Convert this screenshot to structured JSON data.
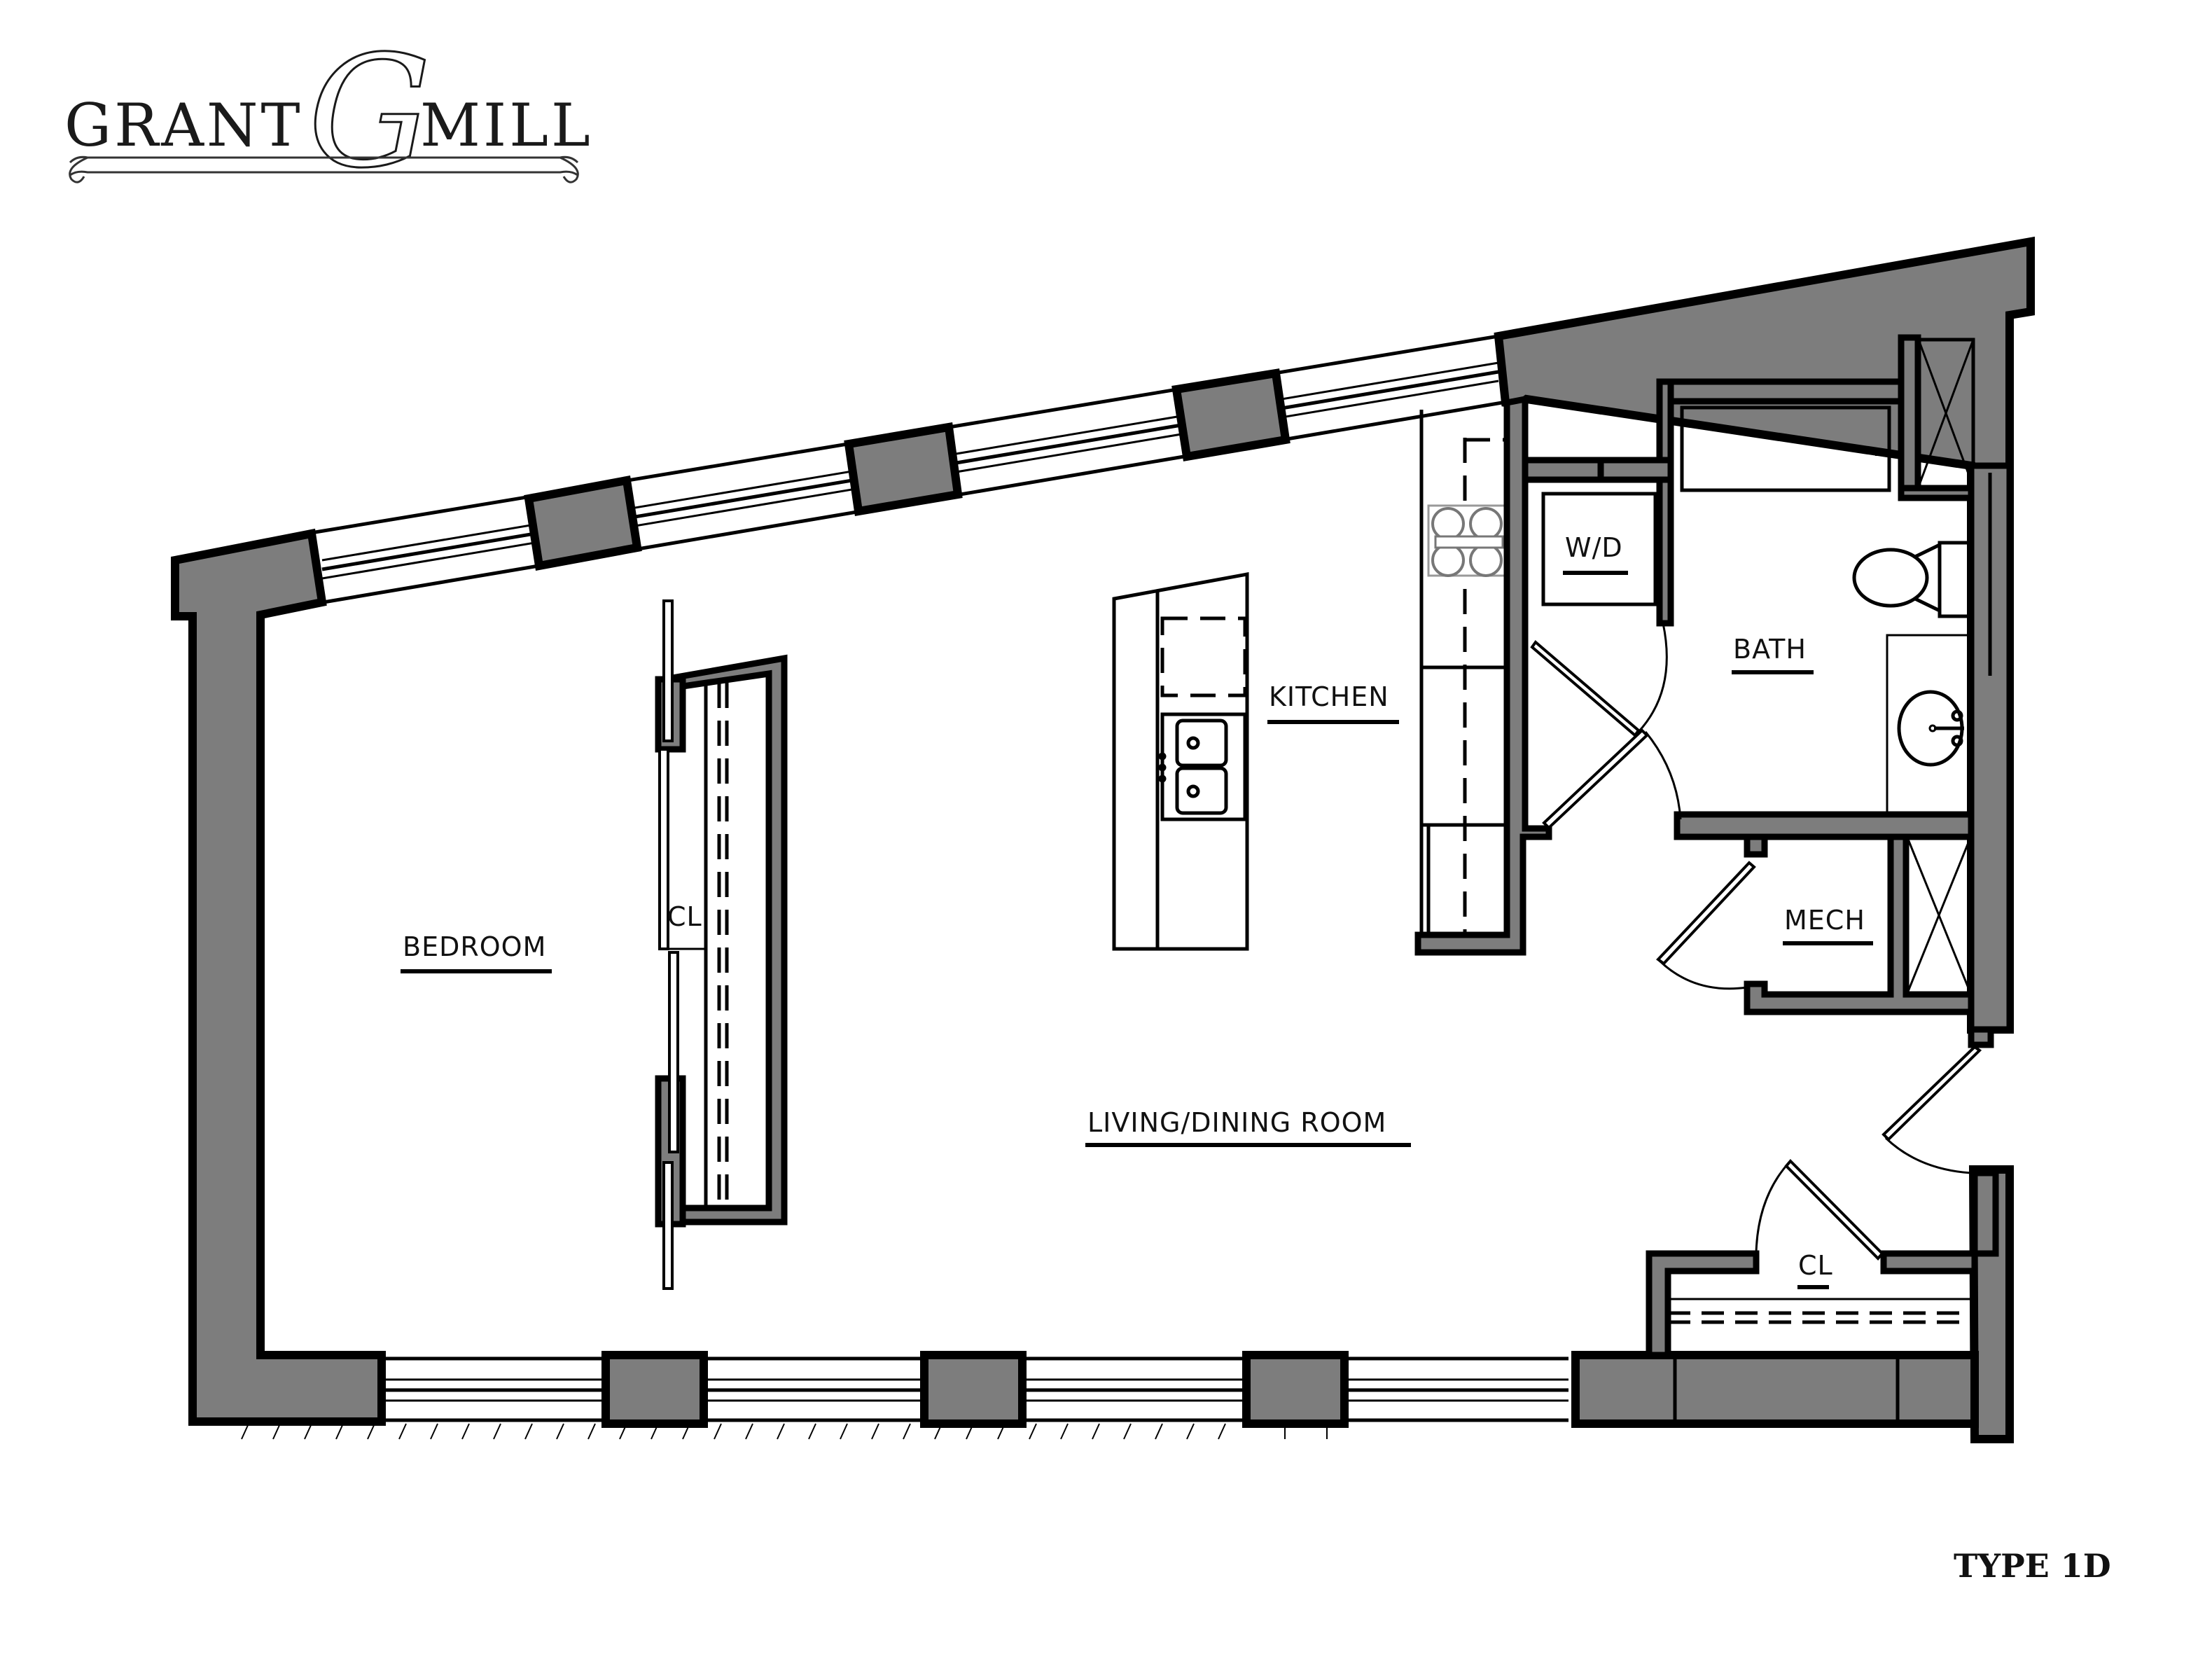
{
  "brand": {
    "name_left": "GRANT",
    "monogram": "G",
    "name_right": "MILL"
  },
  "plan": {
    "unit_type": "TYPE 1D",
    "colors": {
      "wall_fill": "#7d7d7d",
      "line": "#000000",
      "background": "#ffffff",
      "appliance": "#777777"
    },
    "rooms": {
      "bedroom": "BEDROOM",
      "bedroom_closet": "CL",
      "kitchen": "KITCHEN",
      "living_dining": "LIVING/DINING ROOM",
      "washer_dryer": "W/D",
      "bath": "BATH",
      "mech": "MECH",
      "entry_closet": "CL"
    }
  }
}
